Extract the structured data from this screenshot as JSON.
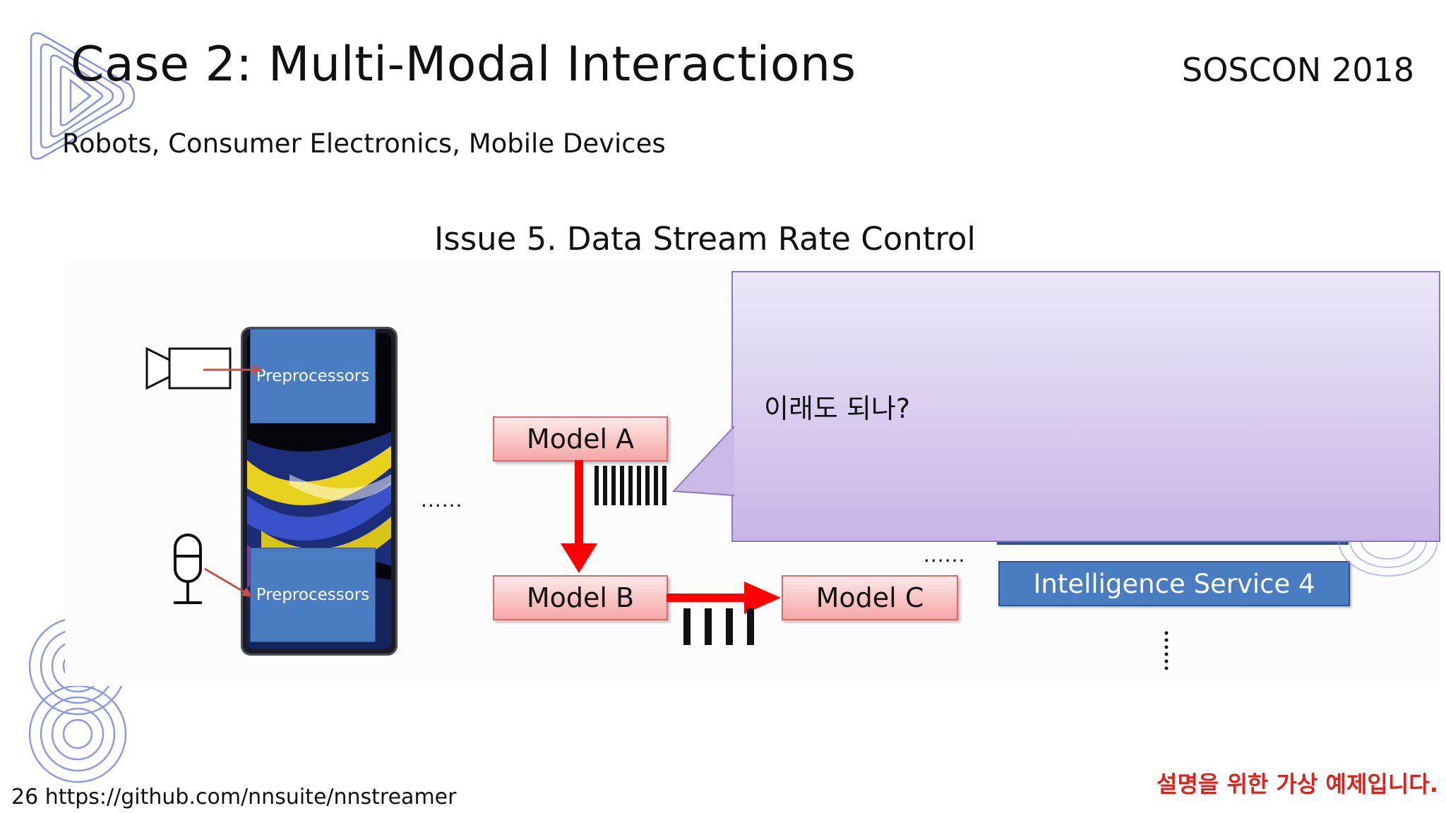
{
  "header": {
    "title": "Case 2: Multi-Modal Interactions",
    "conference": "SOSCON 2018",
    "subtitle": "Robots, Consumer Electronics, Mobile Devices"
  },
  "diagram": {
    "issue_title": "Issue 5. Data Stream Rate Control",
    "device": {
      "preprocessor_top": "Preprocessors",
      "preprocessor_bottom": "Preprocessors",
      "ellipsis": "......"
    },
    "models": {
      "model_a": "Model A",
      "model_b": "Model B",
      "model_c": "Model C"
    },
    "services": {
      "ellipsis_top": "......",
      "service_4": "Intelligence Service 4",
      "ellipsis_vertical": "⋮"
    },
    "callout": {
      "text": "이래도 되나?"
    }
  },
  "footer": {
    "page_and_url": "26 https://github.com/nnsuite/nnstreamer",
    "note": "설명을 위한 가상 예제입니다."
  },
  "colors": {
    "arrow": "#ff0000",
    "preprocessor": "#4a7cc1",
    "service": "#4a7cc1",
    "model_border": "#d96a6a",
    "callout_bg": "#d8cdf0",
    "note": "#e0201b",
    "deco_logo": "#5e6fd8"
  },
  "icons": [
    "camera-icon",
    "microphone-icon"
  ]
}
